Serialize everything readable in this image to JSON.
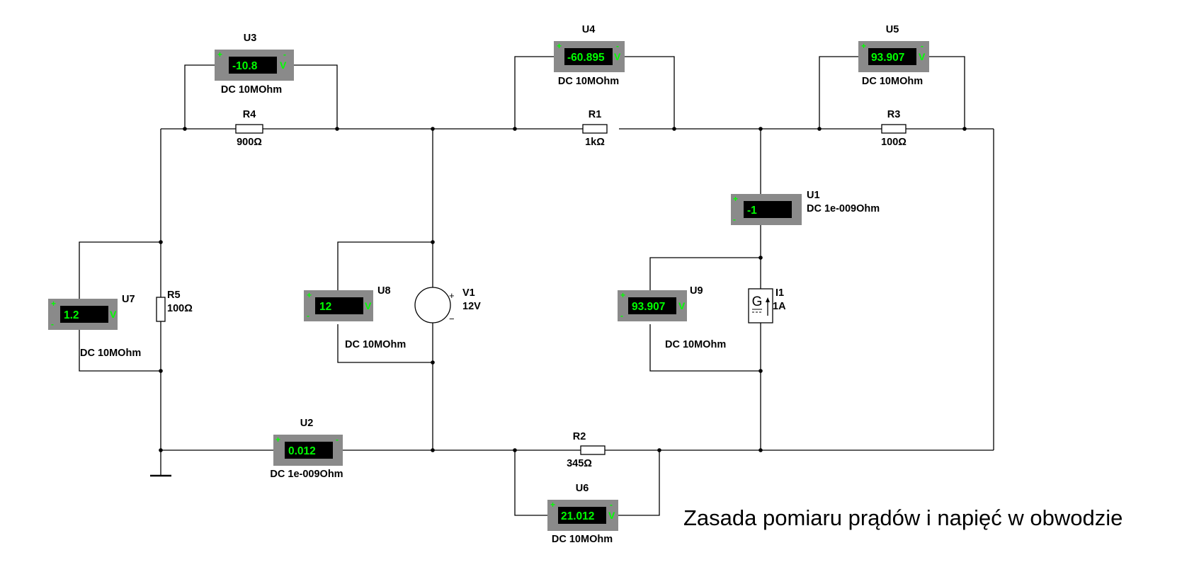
{
  "caption": "Zasada  pomiaru prądów i napięć w obwodzie",
  "resistors": [
    {
      "id": "R4",
      "label": "R4",
      "value": "900Ω"
    },
    {
      "id": "R1",
      "label": "R1",
      "value": "1kΩ"
    },
    {
      "id": "R3",
      "label": "R3",
      "value": "100Ω"
    },
    {
      "id": "R5",
      "label": "R5",
      "value": "100Ω"
    },
    {
      "id": "R2",
      "label": "R2",
      "value": "345Ω"
    }
  ],
  "sources": {
    "V1": {
      "label": "V1",
      "value": "12V",
      "plus": "+",
      "minus": "−"
    },
    "I1": {
      "label": "I1",
      "value": "1A",
      "glyph": "G"
    }
  },
  "meters": [
    {
      "id": "U3",
      "label": "U3",
      "reading": "-10.8",
      "unit": "V",
      "mode": "DC  10MOhm",
      "plus": "+",
      "minus": "-"
    },
    {
      "id": "U4",
      "label": "U4",
      "reading": "-60.895",
      "unit": "V",
      "mode": "DC  10MOhm",
      "plus": "+",
      "minus": "-"
    },
    {
      "id": "U5",
      "label": "U5",
      "reading": "93.907",
      "unit": "V",
      "mode": "DC  10MOhm",
      "plus": "+",
      "minus": "-"
    },
    {
      "id": "U1",
      "label": "U1",
      "reading": "-1",
      "unit": "",
      "mode": "DC  1e-009Ohm",
      "plus": "+",
      "minus": "-"
    },
    {
      "id": "U7",
      "label": "U7",
      "reading": "1.2",
      "unit": "V",
      "mode": "DC  10MOhm",
      "plus": "+",
      "minus": "-"
    },
    {
      "id": "U8",
      "label": "U8",
      "reading": "12",
      "unit": "V",
      "mode": "DC  10MOhm",
      "plus": "+",
      "minus": "-"
    },
    {
      "id": "U9",
      "label": "U9",
      "reading": "93.907",
      "unit": "V",
      "mode": "DC  10MOhm",
      "plus": "+",
      "minus": "-"
    },
    {
      "id": "U2",
      "label": "U2",
      "reading": "0.012",
      "unit": "",
      "mode": "DC  1e-009Ohm",
      "plus": "+",
      "minus": "-"
    },
    {
      "id": "U6",
      "label": "U6",
      "reading": "21.012",
      "unit": "V",
      "mode": "DC  10MOhm",
      "plus": "+",
      "minus": "-"
    }
  ],
  "colors": {
    "meter_body": "#8a8a8a",
    "meter_screen": "#000000",
    "meter_text": "#00ff00",
    "wire": "#000000"
  }
}
